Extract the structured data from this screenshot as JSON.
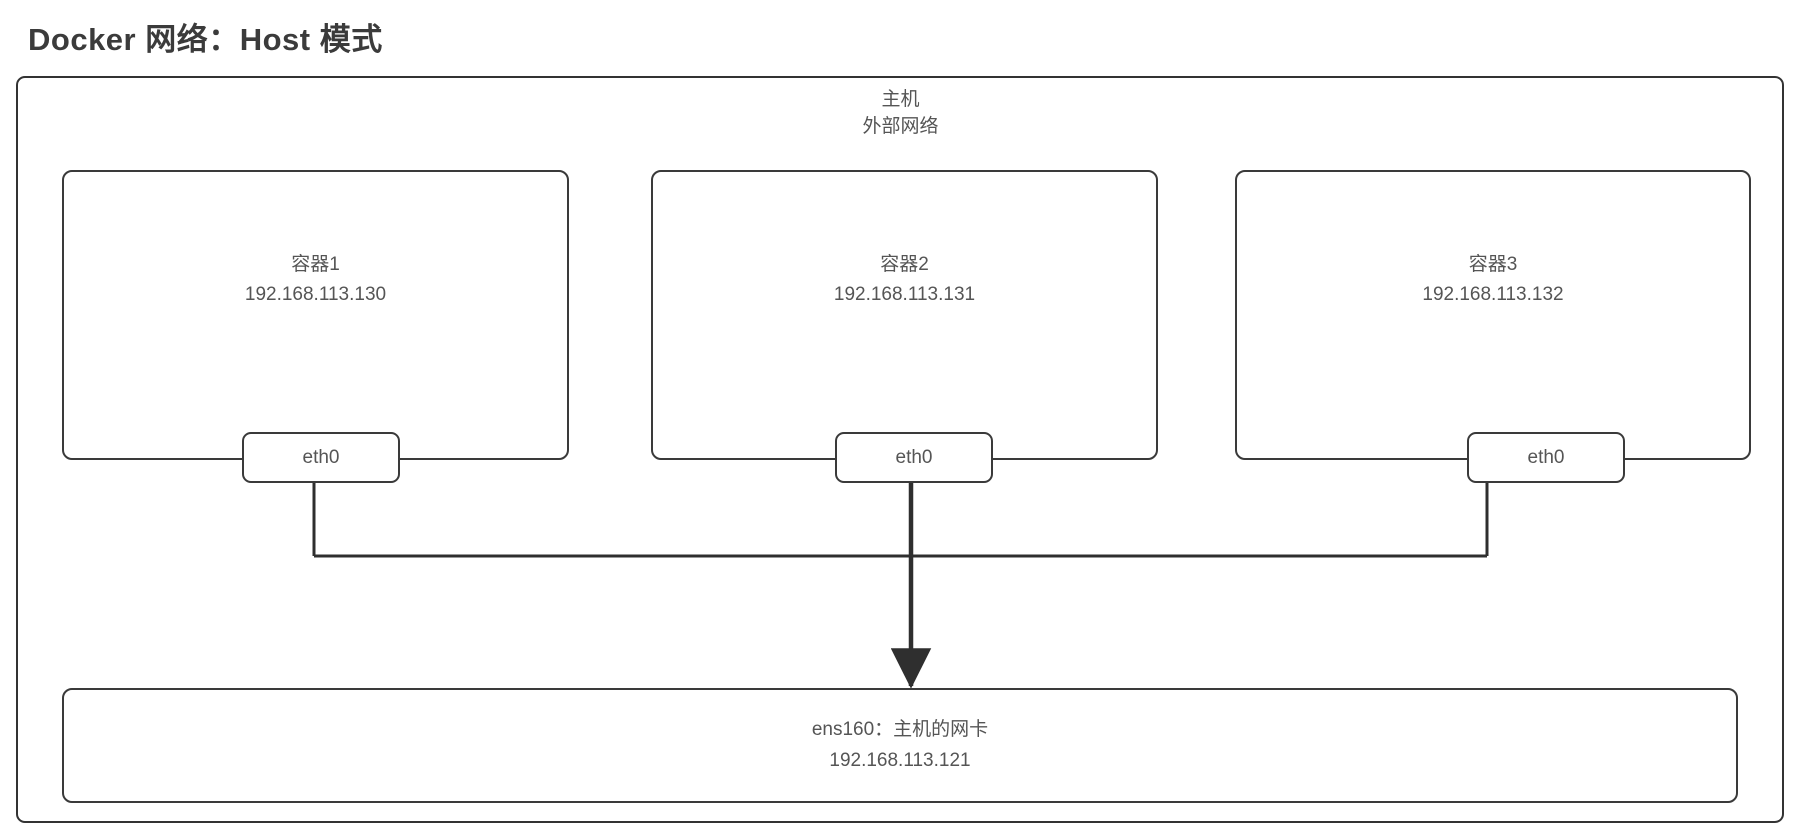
{
  "title": "Docker 网络：Host 模式",
  "host": {
    "name": "主机",
    "network": "外部网络",
    "label": "主机\n外部网络"
  },
  "containers": [
    {
      "name": "容器1",
      "ip": "192.168.113.130",
      "label": "容器1\n192.168.113.130",
      "interface": "eth0"
    },
    {
      "name": "容器2",
      "ip": "192.168.113.131",
      "label": "容器2\n192.168.113.131",
      "interface": "eth0"
    },
    {
      "name": "容器3",
      "ip": "192.168.113.132",
      "label": "容器3\n192.168.113.132",
      "interface": "eth0"
    }
  ],
  "nic": {
    "name": "ens160：主机的网卡",
    "ip": "192.168.113.121",
    "label": "ens160：主机的网卡\n192.168.113.121"
  },
  "colors": {
    "stroke": "#3a3a3a",
    "text": "#555555",
    "title": "#3b3b3b",
    "background": "#ffffff"
  },
  "connections": [
    {
      "from": "nic",
      "to": "container-1-eth0",
      "arrow": "single-up"
    },
    {
      "from": "nic",
      "to": "container-2-eth0",
      "arrow": "double"
    },
    {
      "from": "nic",
      "to": "container-3-eth0",
      "arrow": "single-up"
    }
  ]
}
